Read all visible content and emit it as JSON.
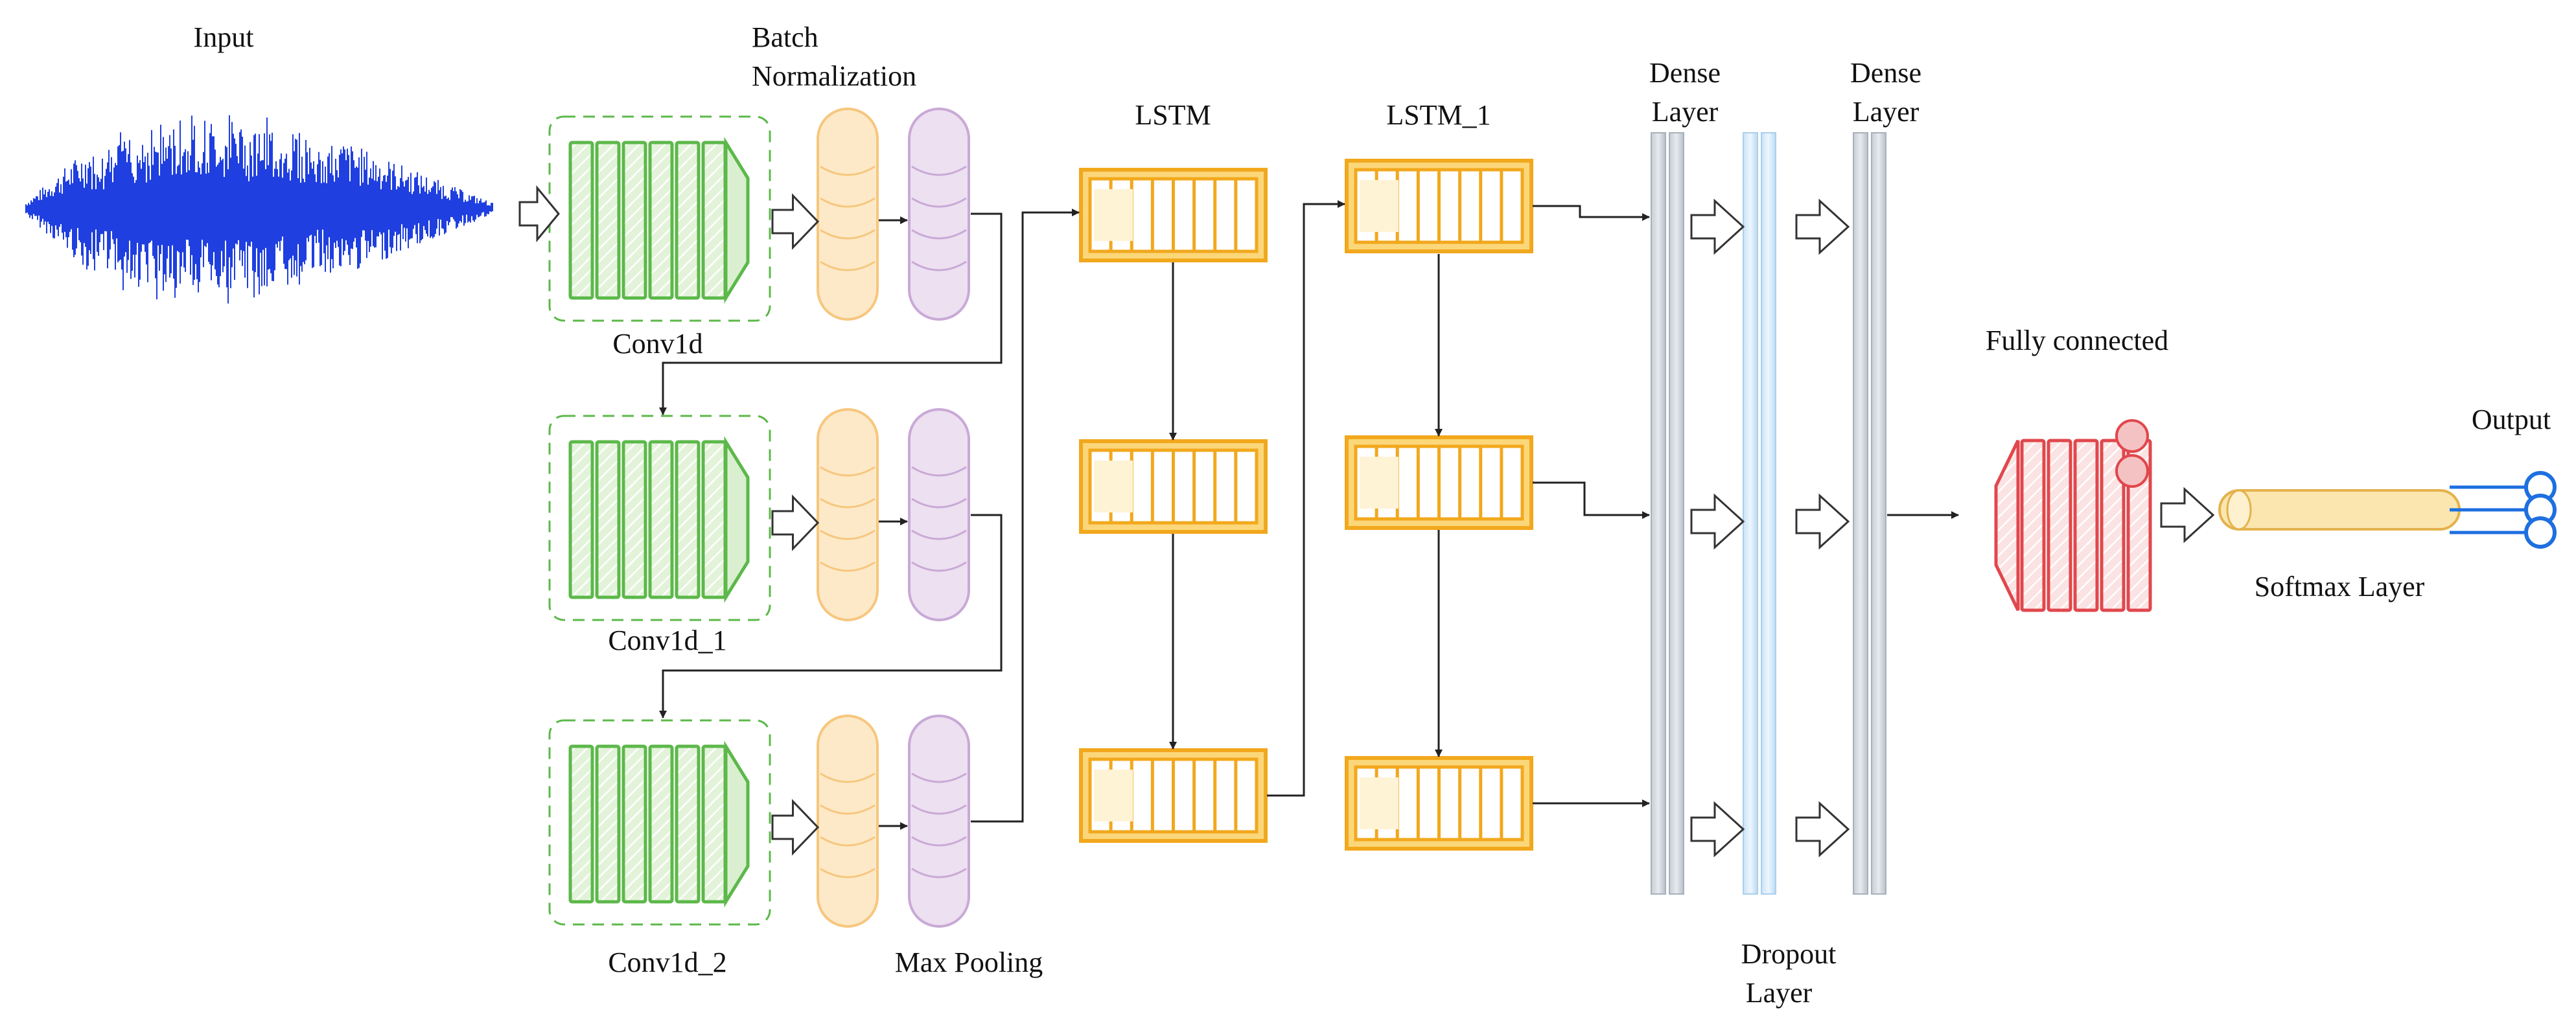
{
  "labels": {
    "input": "Input",
    "batch_norm_1": "Batch",
    "batch_norm_2": "Normalization",
    "lstm": "LSTM",
    "lstm_1": "LSTM_1",
    "dense_a_1": "Dense",
    "dense_a_2": "Layer",
    "dense_b_1": "Dense",
    "dense_b_2": "Layer",
    "conv1d": "Conv1d",
    "conv1d_1": "Conv1d_1",
    "conv1d_2": "Conv1d_2",
    "max_pooling": "Max Pooling",
    "dropout_1": "Dropout",
    "dropout_2": "Layer",
    "fully_connected": "Fully connected",
    "output": "Output",
    "softmax": "Softmax Layer"
  },
  "colors": {
    "waveform": "#1f3fe0",
    "conv_green": "#5cb84a",
    "conv_fill": "#d9efcf",
    "batchnorm": "#f6c77e",
    "batchnorm_fill": "#fde9c8",
    "maxpool": "#c9a9d6",
    "maxpool_fill": "#ece0f1",
    "lstm_orange": "#f2a81d",
    "lstm_fill": "#fbd77a",
    "dense_gray": "#a8b0bb",
    "dropout_blue": "#a9cfee",
    "fc_red": "#e0474c",
    "softmax_fill": "#fbe6b0",
    "output_blue": "#1e6fe0"
  }
}
